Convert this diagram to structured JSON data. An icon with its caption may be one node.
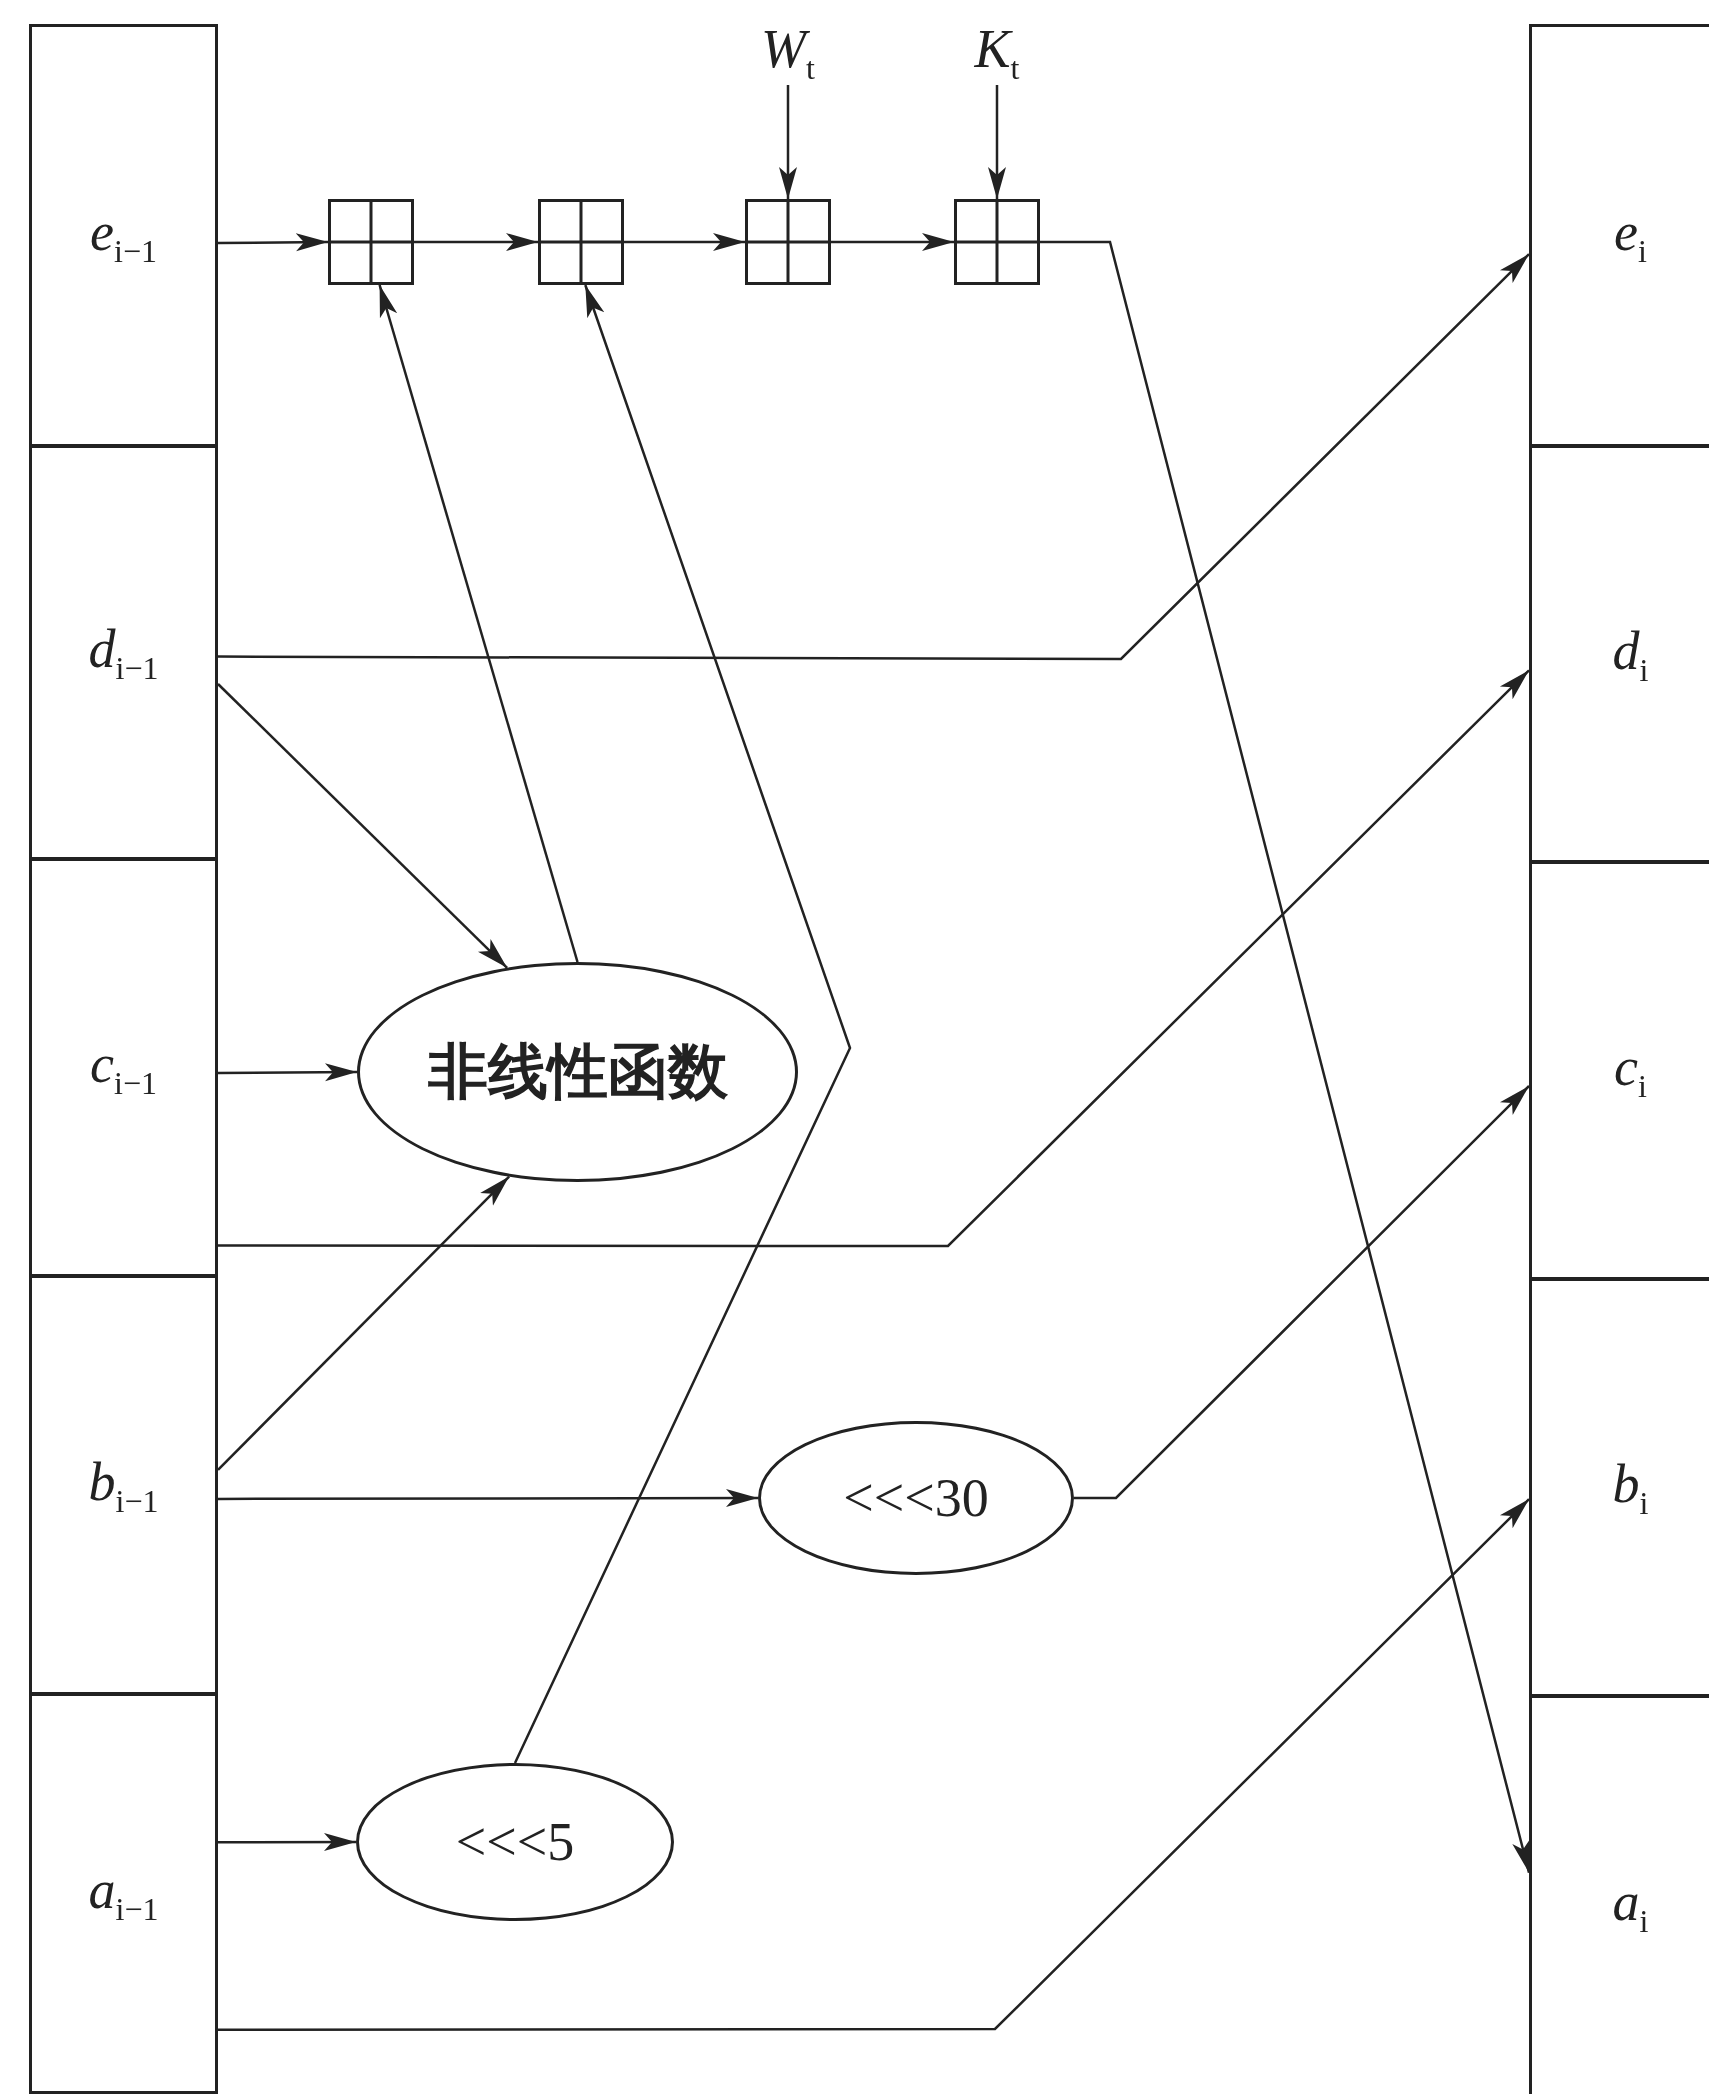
{
  "diagram": {
    "nodes": [
      {
        "text": [
          "*e*$_{i−1}$"
        ]
      },
      {
        "text": [
          "*d*$_{i−1}$"
        ]
      },
      {
        "text": [
          "*c*$_{i−1}$"
        ]
      },
      {
        "text": [
          "*b*$_{i−1}$"
        ]
      },
      {
        "text": [
          "*a*$_{i−1}$"
        ]
      },
      {
        "text": [
          "*W*$_{t}$"
        ]
      },
      {
        "text": [
          "*K*$_{t}$"
        ]
      },
      {
        "text": [],
        "shape": "box"
      },
      {
        "text": [],
        "shape": "box"
      },
      {
        "text": [],
        "shape": "box"
      },
      {
        "text": [],
        "shape": "box"
      },
      {
        "text": [
          "非线性函数"
        ]
      },
      {
        "text": [
          "<<<30"
        ]
      },
      {
        "text": [
          "<<<5"
        ]
      },
      {
        "text": [
          "*e*$_{i}$"
        ]
      },
      {
        "text": [
          "*d*$_{i}$"
        ]
      },
      {
        "text": [
          "*c*$_{i}$"
        ]
      },
      {
        "text": [
          "*b*$_{i}$"
        ]
      },
      {
        "text": [
          "*a*$_{i}$"
        ]
      }
    ],
    "edges": [
      {
        "from": 0,
        "to": 7,
        "arrow": "to"
      },
      {
        "from": 7,
        "to": 8,
        "arrow": "to"
      },
      {
        "from": 8,
        "to": 9,
        "arrow": "to"
      },
      {
        "from": 9,
        "to": 10,
        "arrow": "to"
      },
      {
        "from": 5,
        "to": 9,
        "arrow": "to"
      },
      {
        "from": 6,
        "to": 10,
        "arrow": "to"
      },
      {
        "from": 10,
        "to": 18,
        "arrow": "to"
      },
      {
        "from": 1,
        "to": 14,
        "arrow": "to"
      },
      {
        "from": 1,
        "to": 11,
        "arrow": "to"
      },
      {
        "from": 2,
        "to": 11,
        "arrow": "to"
      },
      {
        "from": 3,
        "to": 11,
        "arrow": "to"
      },
      {
        "from": 11,
        "to": 7,
        "arrow": "to"
      },
      {
        "from": 2,
        "to": 15,
        "arrow": "to"
      },
      {
        "from": 3,
        "to": 12,
        "arrow": "to"
      },
      {
        "from": 12,
        "to": 16,
        "arrow": "to"
      },
      {
        "from": 4,
        "to": 13,
        "arrow": "to"
      },
      {
        "from": 13,
        "to": 8,
        "arrow": "to"
      },
      {
        "from": 4,
        "to": 17,
        "arrow": "to"
      }
    ]
  }
}
